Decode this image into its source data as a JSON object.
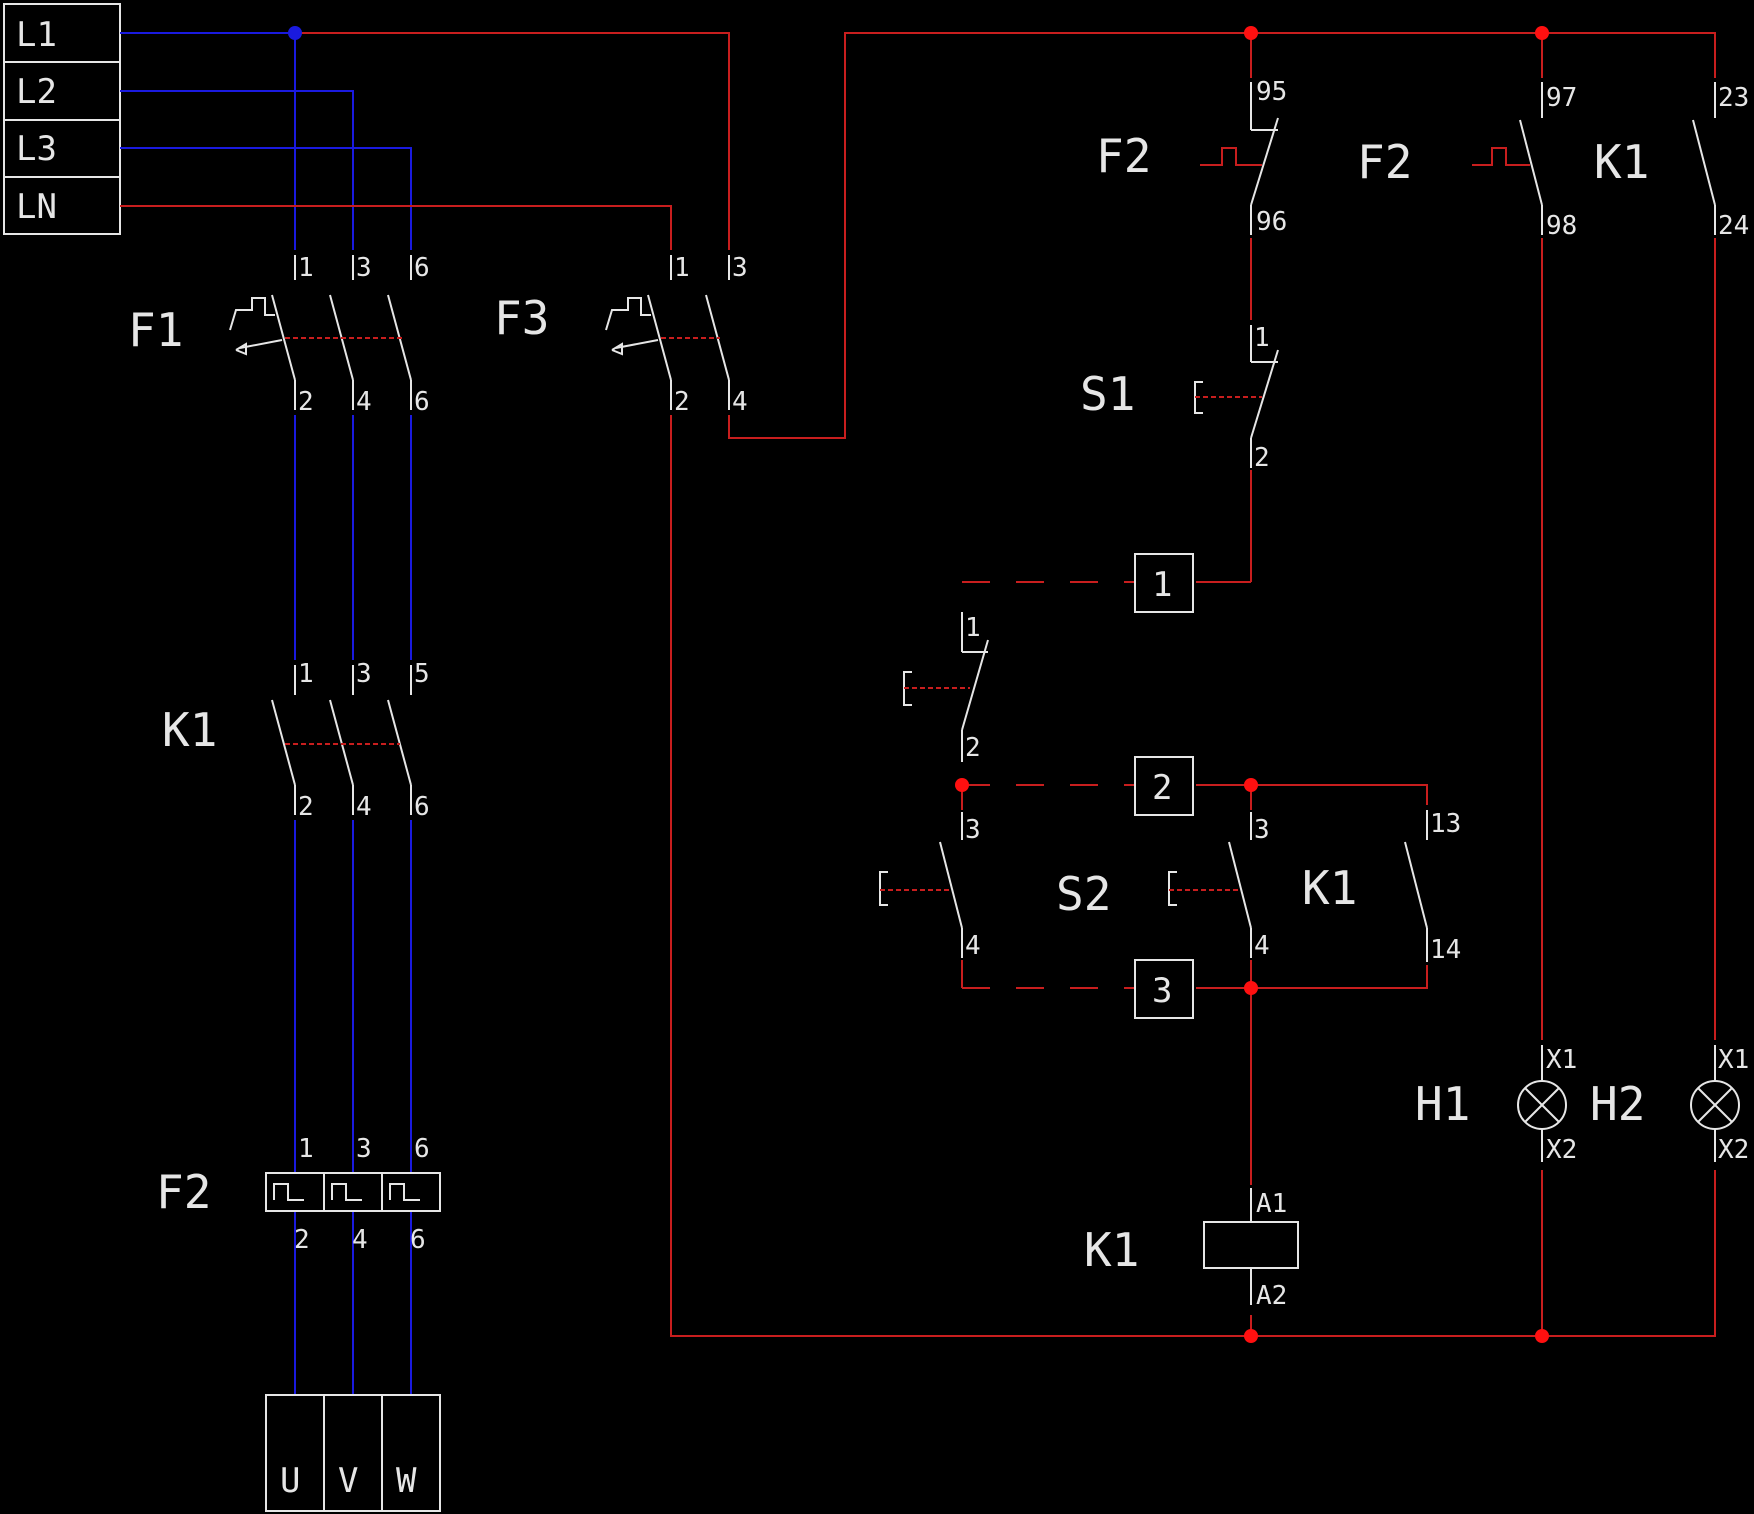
{
  "colors": {
    "background": "#000000",
    "power": "#1a1adf",
    "control": "#c81e1e",
    "node": "#ff1010",
    "symbol": "#e6e6e6"
  },
  "supply": [
    "L1",
    "L2",
    "L3",
    "LN"
  ],
  "labels": {
    "f1": "F1",
    "f3": "F3",
    "k1_main": "K1",
    "f2_main": "F2",
    "f2_a": "F2",
    "f2_b": "F2",
    "k1_aux": "K1",
    "s1": "S1",
    "s2": "S2",
    "k1_hold": "K1",
    "h1": "H1",
    "h2": "H2",
    "k1_coil": "K1"
  },
  "terminals": {
    "f1_top": [
      "1",
      "3",
      "6"
    ],
    "f1_bot": [
      "2",
      "4",
      "6"
    ],
    "f3_top": [
      "1",
      "3"
    ],
    "f3_bot": [
      "2",
      "4"
    ],
    "k1_top": [
      "1",
      "3",
      "5"
    ],
    "k1_bot": [
      "2",
      "4",
      "6"
    ],
    "f2_top": [
      "1",
      "3",
      "6"
    ],
    "f2_bot": [
      "2",
      "4",
      "6"
    ],
    "f2_nc": [
      "95",
      "96"
    ],
    "f2_no": [
      "97",
      "98"
    ],
    "k1_no": [
      "23",
      "24"
    ],
    "s1": [
      "1",
      "2"
    ],
    "s_a": [
      "1",
      "2"
    ],
    "s_b": [
      "3",
      "4"
    ],
    "s_c": [
      "3",
      "4"
    ],
    "k1_13": [
      "13",
      "14"
    ],
    "h1": [
      "X1",
      "X2"
    ],
    "h2": [
      "X1",
      "X2"
    ],
    "coil": [
      "A1",
      "A2"
    ]
  },
  "boxes": [
    "1",
    "2",
    "3"
  ],
  "motor": [
    "U",
    "V",
    "W"
  ]
}
